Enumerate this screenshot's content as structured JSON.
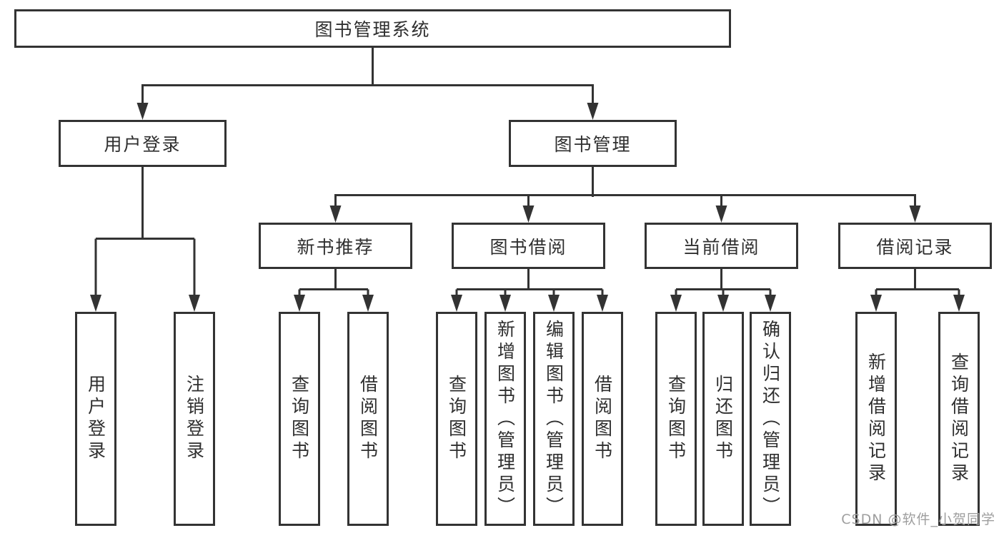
{
  "diagram": {
    "root": {
      "label": "图书管理系统"
    },
    "branches": [
      {
        "label": "用户登录",
        "children": [
          {
            "label": "用户登录"
          },
          {
            "label": "注销登录"
          }
        ]
      },
      {
        "label": "图书管理",
        "children": [
          {
            "label": "新书推荐",
            "children": [
              {
                "label": "查询图书"
              },
              {
                "label": "借阅图书"
              }
            ]
          },
          {
            "label": "图书借阅",
            "children": [
              {
                "label": "查询图书"
              },
              {
                "label": "新增图书（管理员）"
              },
              {
                "label": "编辑图书（管理员）"
              },
              {
                "label": "借阅图书"
              }
            ]
          },
          {
            "label": "当前借阅",
            "children": [
              {
                "label": "查询图书"
              },
              {
                "label": "归还图书"
              },
              {
                "label": "确认归还（管理员）"
              }
            ]
          },
          {
            "label": "借阅记录",
            "children": [
              {
                "label": "新增借阅记录"
              },
              {
                "label": "查询借阅记录"
              }
            ]
          }
        ]
      }
    ]
  },
  "watermark": {
    "text": "CSDN @软件_小贺同学"
  },
  "colors": {
    "line": "#333333",
    "text": "#2f2f2f",
    "background": "#ffffff",
    "watermark": "#9e9e9e"
  }
}
